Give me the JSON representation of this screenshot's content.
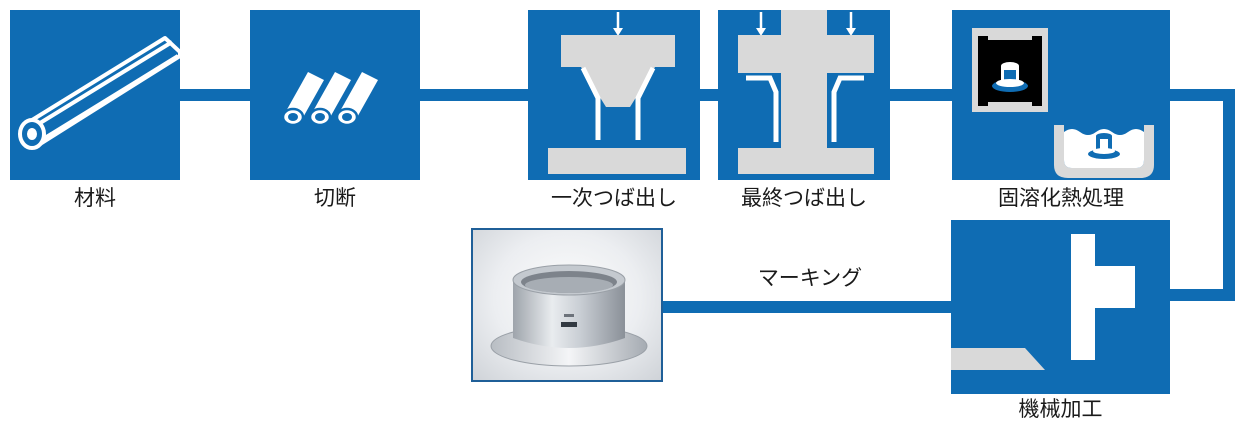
{
  "steps": {
    "material": "材料",
    "cutting": "切断",
    "first_flare": "一次つば出し",
    "final_flare": "最終つば出し",
    "solution_treatment": "固溶化熱処理",
    "machining": "機械加工"
  },
  "marking_label": "マーキング",
  "colors": {
    "box_blue": "#0f6cb3",
    "light_gray": "#d9d9d9",
    "white": "#ffffff",
    "black": "#000000"
  },
  "icons": {
    "material": "pipe-icon",
    "cutting": "cut-pipes-icon",
    "first_flare": "flaring-die-icon",
    "final_flare": "final-flaring-die-icon",
    "solution_treatment": "heat-treatment-icon",
    "machining": "lathe-tool-icon",
    "product": "stub-end-photo"
  }
}
